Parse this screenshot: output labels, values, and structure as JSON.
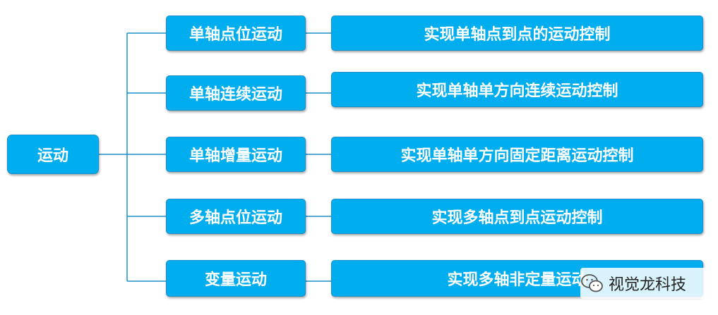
{
  "diagram": {
    "root": {
      "label": "运动"
    },
    "branches": [
      {
        "label": "单轴点位运动",
        "description": "实现单轴点到点的运动控制"
      },
      {
        "label": "单轴连续运动",
        "description": "实现单轴单方向连续运动控制"
      },
      {
        "label": "单轴增量运动",
        "description": "实现单轴单方向固定距离运动控制"
      },
      {
        "label": "多轴点位运动",
        "description": "实现多轴点到点运动控制"
      },
      {
        "label": "变量运动",
        "description": "实现多轴非定量运动"
      }
    ],
    "colors": {
      "node_fill": "#00AEEF",
      "connector": "#1a8fc9",
      "text": "#ffffff"
    }
  },
  "watermark": {
    "icon": "wechat-icon",
    "text": "视觉龙科技"
  }
}
